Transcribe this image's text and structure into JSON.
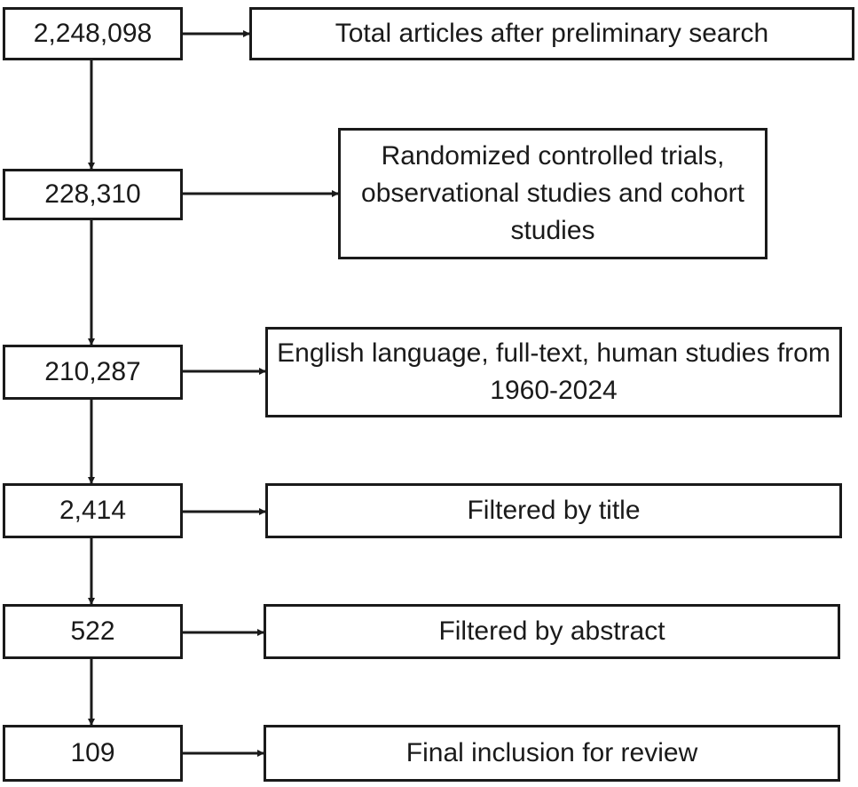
{
  "steps": [
    {
      "count": "2,248,098",
      "description": "Total articles after preliminary search"
    },
    {
      "count": "228,310",
      "description": "Randomized controlled trials, observational studies and cohort studies"
    },
    {
      "count": "210,287",
      "description": "English language, full-text, human studies from 1960-2024"
    },
    {
      "count": "2,414",
      "description": "Filtered by title"
    },
    {
      "count": "522",
      "description": "Filtered by abstract"
    },
    {
      "count": "109",
      "description": "Final inclusion for review"
    }
  ]
}
